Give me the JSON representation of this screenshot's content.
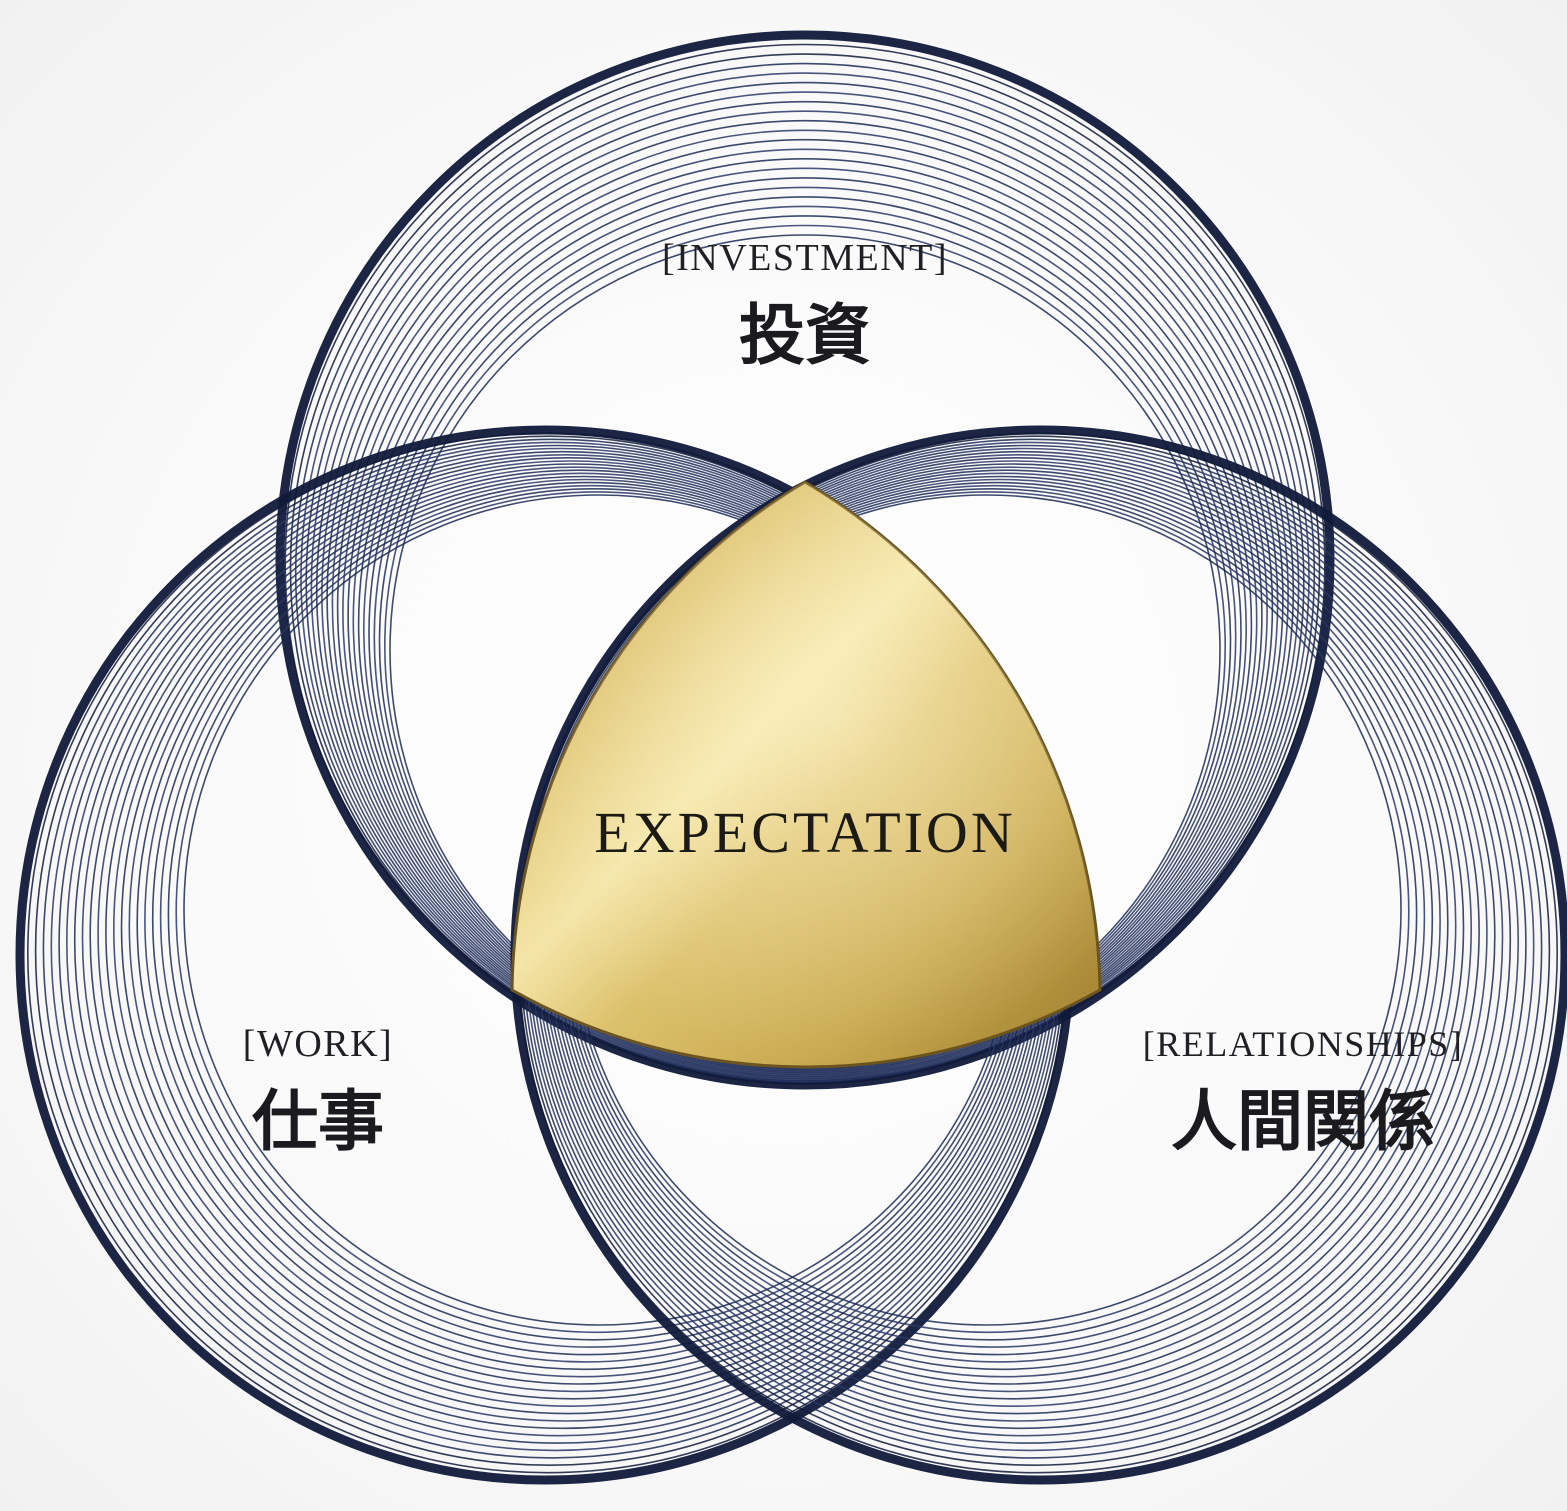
{
  "diagram": {
    "center_label": "EXPECTATION",
    "circles": [
      {
        "id": "investment",
        "en": "[INVESTMENT]",
        "ja": "投資",
        "ring_color": "#1b2a52"
      },
      {
        "id": "work",
        "en": "[WORK]",
        "ja": "仕事",
        "ring_color": "#1b2a52"
      },
      {
        "id": "relationships",
        "en": "[RELATIONSHIPS]",
        "ja": "人間関係",
        "ring_color": "#1b2a52"
      }
    ],
    "colors": {
      "ring_dark": "#101a3a",
      "ring_light": "#2a3766",
      "gold_light": "#f3e4a6",
      "gold_mid": "#d2b25a",
      "gold_dark": "#9a7a2a"
    }
  }
}
